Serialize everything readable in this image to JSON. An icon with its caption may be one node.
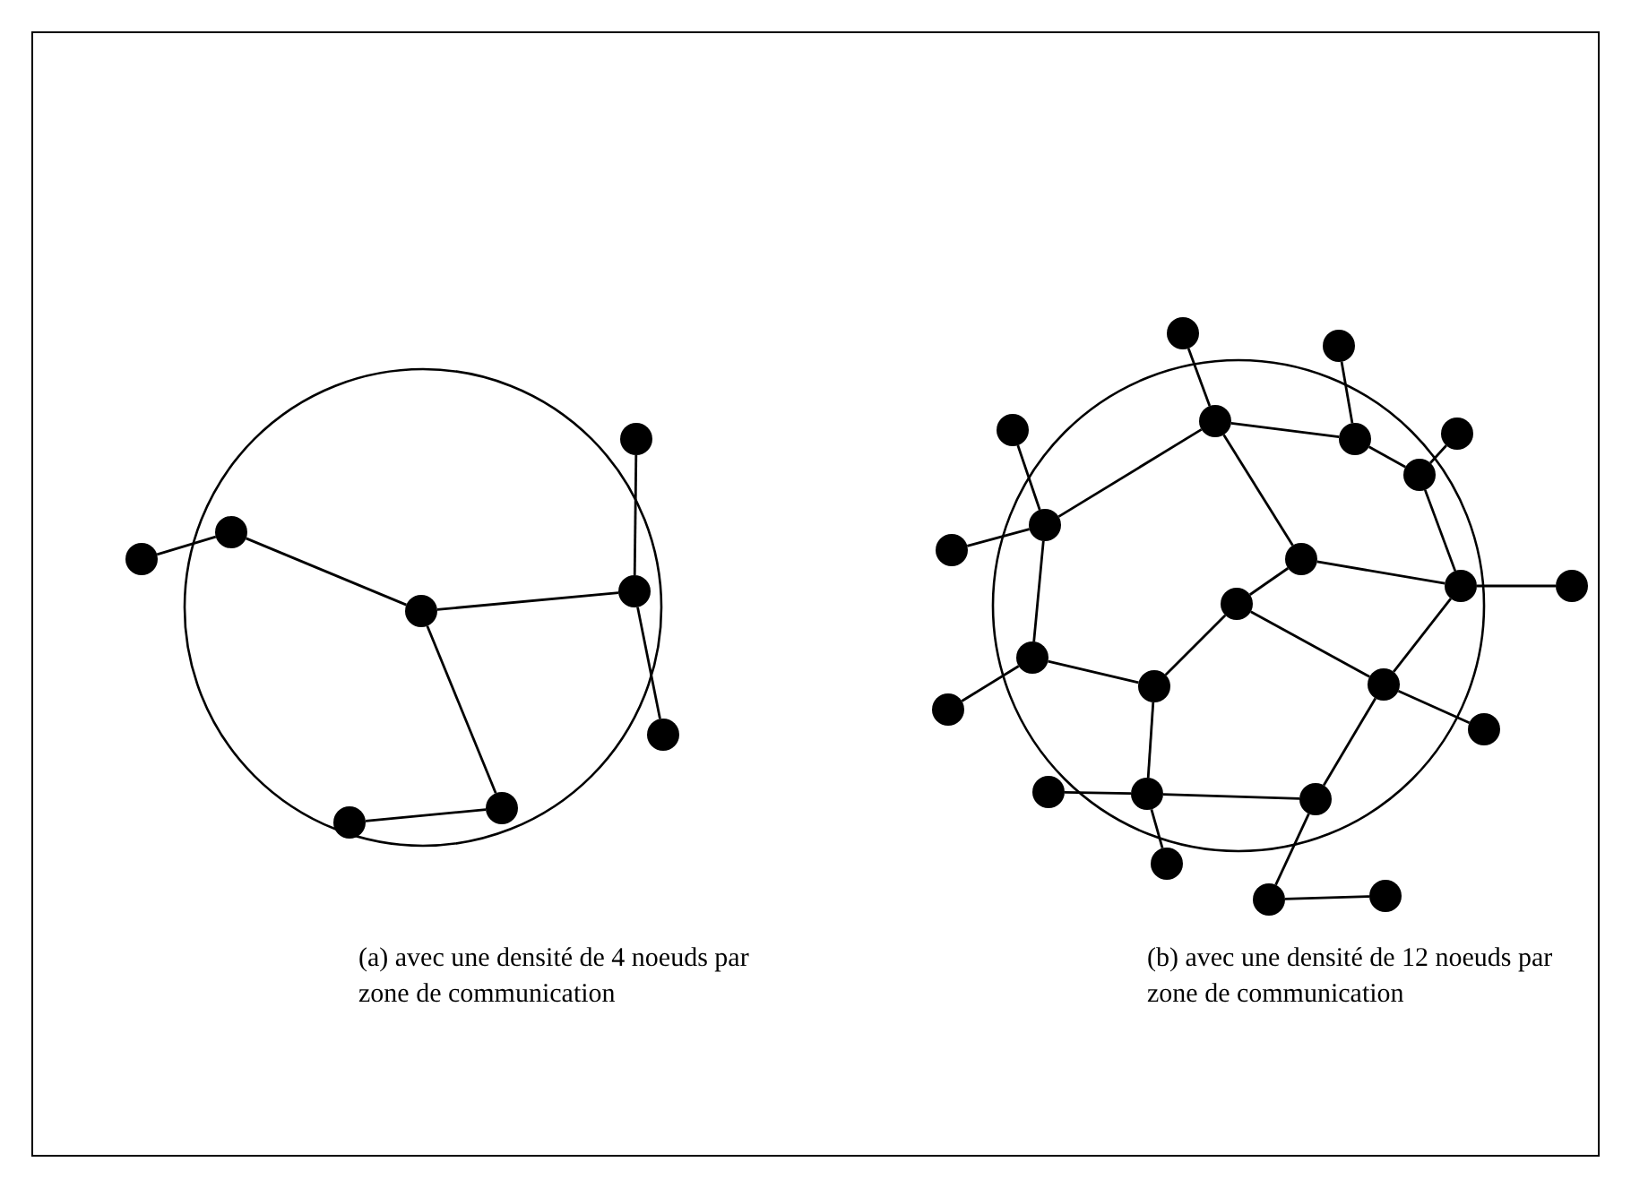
{
  "diagram": {
    "nodes": [
      {
        "text": [],
        "shape": "circle"
      },
      {
        "text": [],
        "shape": "circle"
      },
      {
        "text": [],
        "shape": "circle"
      },
      {
        "text": [],
        "shape": "circle"
      },
      {
        "text": [],
        "shape": "circle"
      },
      {
        "text": [],
        "shape": "circle"
      },
      {
        "text": [],
        "shape": "circle"
      },
      {
        "text": [],
        "shape": "circle"
      },
      {
        "text": [],
        "shape": "circle"
      },
      {
        "text": [],
        "shape": "circle"
      },
      {
        "text": [],
        "shape": "circle"
      },
      {
        "text": [],
        "shape": "circle"
      },
      {
        "text": [],
        "shape": "circle"
      },
      {
        "text": [],
        "shape": "circle"
      },
      {
        "text": [],
        "shape": "circle"
      },
      {
        "text": [],
        "shape": "circle"
      },
      {
        "text": [],
        "shape": "circle"
      },
      {
        "text": [],
        "shape": "circle"
      },
      {
        "text": [],
        "shape": "circle"
      },
      {
        "text": [],
        "shape": "circle"
      },
      {
        "text": [],
        "shape": "circle"
      },
      {
        "text": [],
        "shape": "circle"
      },
      {
        "text": [],
        "shape": "circle"
      },
      {
        "text": [],
        "shape": "circle"
      },
      {
        "text": [],
        "shape": "circle"
      },
      {
        "text": [],
        "shape": "circle"
      },
      {
        "text": [],
        "shape": "circle"
      },
      {
        "text": [],
        "shape": "circle"
      },
      {
        "text": [],
        "shape": "circle"
      },
      {
        "text": [],
        "shape": "circle"
      },
      {
        "text": [],
        "shape": "circle"
      },
      {
        "text": [],
        "shape": "circle"
      }
    ],
    "edges": [
      {
        "from": 2,
        "to": 1,
        "arrow": "none"
      },
      {
        "from": 1,
        "to": 3,
        "arrow": "none"
      },
      {
        "from": 3,
        "to": 4,
        "arrow": "none"
      },
      {
        "from": 0,
        "to": 4,
        "arrow": "none"
      },
      {
        "from": 4,
        "to": 5,
        "arrow": "none"
      },
      {
        "from": 3,
        "to": 6,
        "arrow": "none"
      },
      {
        "from": 6,
        "to": 7,
        "arrow": "none"
      },
      {
        "from": 8,
        "to": 11,
        "arrow": "none"
      },
      {
        "from": 11,
        "to": 13,
        "arrow": "none"
      },
      {
        "from": 9,
        "to": 13,
        "arrow": "none"
      },
      {
        "from": 13,
        "to": 14,
        "arrow": "none"
      },
      {
        "from": 12,
        "to": 14,
        "arrow": "none"
      },
      {
        "from": 14,
        "to": 18,
        "arrow": "none"
      },
      {
        "from": 18,
        "to": 19,
        "arrow": "none"
      },
      {
        "from": 11,
        "to": 15,
        "arrow": "none"
      },
      {
        "from": 10,
        "to": 15,
        "arrow": "none"
      },
      {
        "from": 16,
        "to": 15,
        "arrow": "none"
      },
      {
        "from": 15,
        "to": 21,
        "arrow": "none"
      },
      {
        "from": 11,
        "to": 17,
        "arrow": "none"
      },
      {
        "from": 17,
        "to": 18,
        "arrow": "none"
      },
      {
        "from": 17,
        "to": 20,
        "arrow": "none"
      },
      {
        "from": 20,
        "to": 22,
        "arrow": "none"
      },
      {
        "from": 20,
        "to": 23,
        "arrow": "none"
      },
      {
        "from": 18,
        "to": 23,
        "arrow": "none"
      },
      {
        "from": 23,
        "to": 25,
        "arrow": "none"
      },
      {
        "from": 23,
        "to": 28,
        "arrow": "none"
      },
      {
        "from": 21,
        "to": 22,
        "arrow": "none"
      },
      {
        "from": 21,
        "to": 24,
        "arrow": "none"
      },
      {
        "from": 22,
        "to": 27,
        "arrow": "none"
      },
      {
        "from": 26,
        "to": 27,
        "arrow": "none"
      },
      {
        "from": 27,
        "to": 28,
        "arrow": "none"
      },
      {
        "from": 27,
        "to": 29,
        "arrow": "none"
      },
      {
        "from": 28,
        "to": 30,
        "arrow": "none"
      },
      {
        "from": 30,
        "to": 31,
        "arrow": "none"
      }
    ],
    "labels": [
      "(a) avec une densité de 4 noeuds par zone de communication",
      "(b) avec une densité de 12 noeuds par zone de communication"
    ]
  }
}
